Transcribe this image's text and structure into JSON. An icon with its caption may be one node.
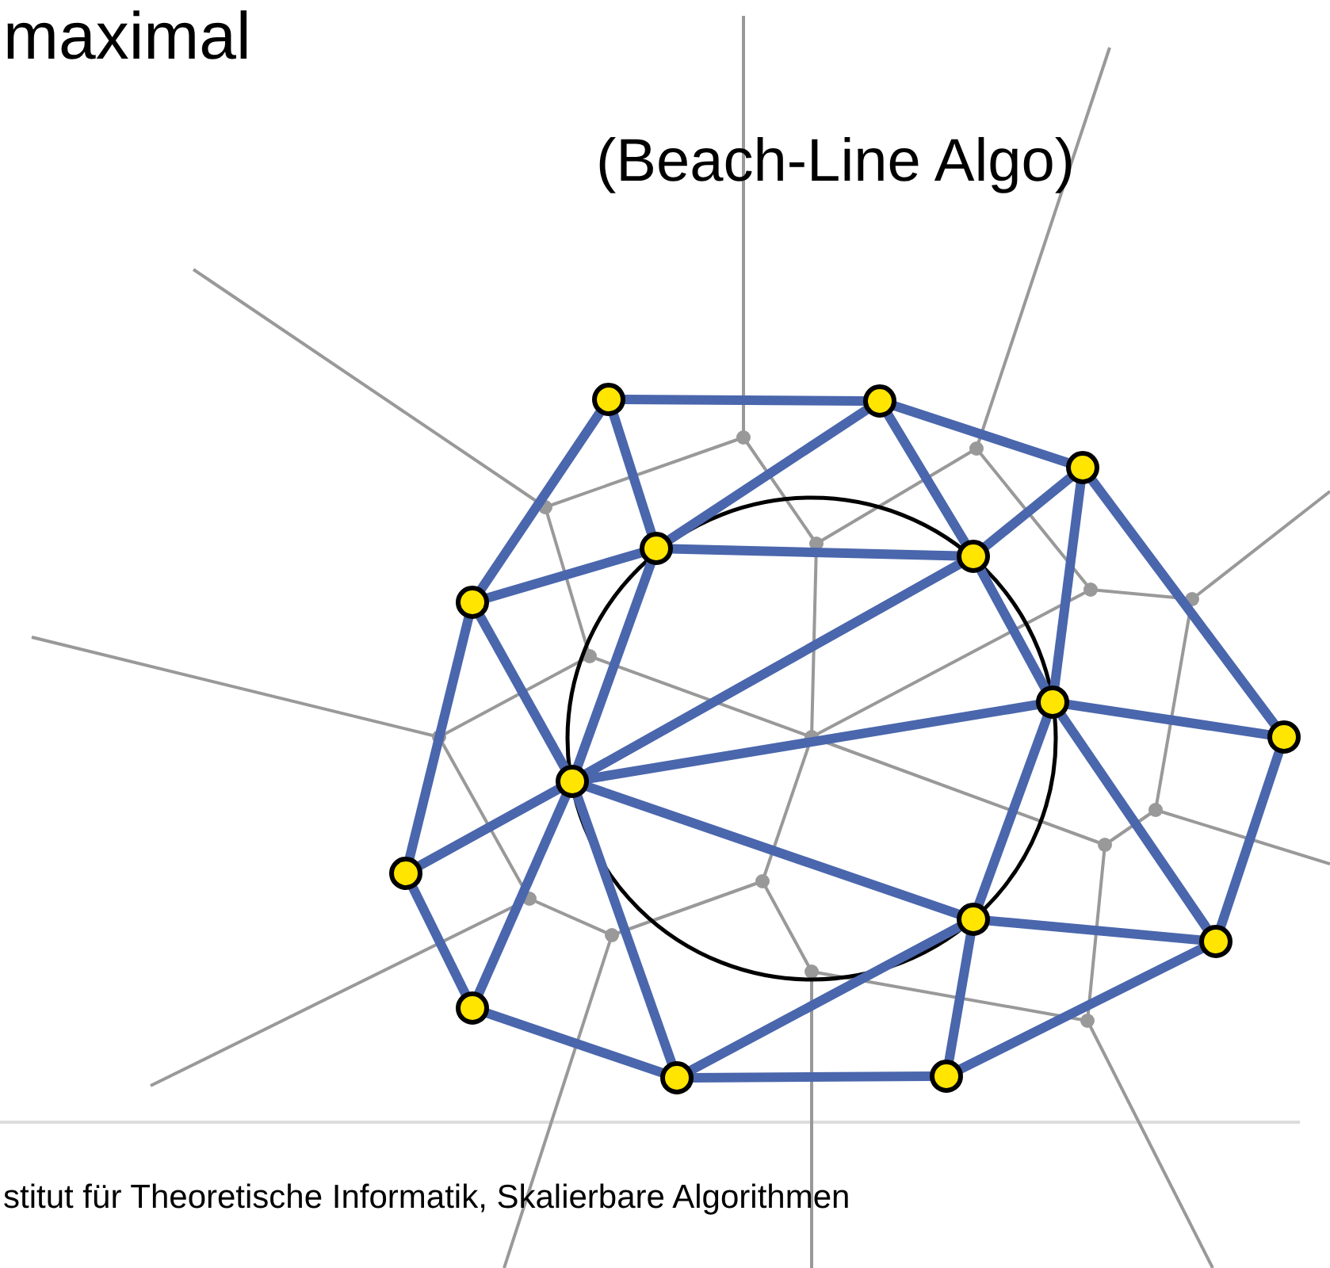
{
  "diagram": {
    "nodes": [
      {
        "text": [],
        "shape": "circle"
      },
      {
        "text": [],
        "shape": "circle"
      },
      {
        "text": [],
        "shape": "circle"
      },
      {
        "text": [],
        "shape": "circle"
      },
      {
        "text": [],
        "shape": "circle"
      },
      {
        "text": [],
        "shape": "circle"
      },
      {
        "text": [],
        "shape": "circle"
      },
      {
        "text": [],
        "shape": "circle"
      },
      {
        "text": [],
        "shape": "circle"
      },
      {
        "text": [],
        "shape": "circle"
      },
      {
        "text": [],
        "shape": "circle"
      },
      {
        "text": [],
        "shape": "circle"
      },
      {
        "text": [],
        "shape": "circle"
      },
      {
        "text": [],
        "shape": "circle"
      },
      {
        "text": [],
        "shape": "circle"
      }
    ],
    "edges": [
      {
        "from": 0,
        "to": 1,
        "arrow": "none"
      },
      {
        "from": 0,
        "to": 3,
        "arrow": "none"
      },
      {
        "from": 0,
        "to": 5,
        "arrow": "none"
      },
      {
        "from": 1,
        "to": 3,
        "arrow": "none"
      },
      {
        "from": 1,
        "to": 4,
        "arrow": "none"
      },
      {
        "from": 1,
        "to": 2,
        "arrow": "none"
      },
      {
        "from": 2,
        "to": 4,
        "arrow": "none"
      },
      {
        "from": 2,
        "to": 6,
        "arrow": "none"
      },
      {
        "from": 2,
        "to": 7,
        "arrow": "none"
      },
      {
        "from": 3,
        "to": 4,
        "arrow": "none"
      },
      {
        "from": 3,
        "to": 5,
        "arrow": "none"
      },
      {
        "from": 3,
        "to": 8,
        "arrow": "none"
      },
      {
        "from": 5,
        "to": 8,
        "arrow": "none"
      },
      {
        "from": 4,
        "to": 8,
        "arrow": "none"
      },
      {
        "from": 4,
        "to": 6,
        "arrow": "none"
      },
      {
        "from": 6,
        "to": 8,
        "arrow": "none"
      },
      {
        "from": 6,
        "to": 7,
        "arrow": "none"
      },
      {
        "from": 6,
        "to": 10,
        "arrow": "none"
      },
      {
        "from": 6,
        "to": 11,
        "arrow": "none"
      },
      {
        "from": 7,
        "to": 11,
        "arrow": "none"
      },
      {
        "from": 8,
        "to": 9,
        "arrow": "none"
      },
      {
        "from": 8,
        "to": 12,
        "arrow": "none"
      },
      {
        "from": 8,
        "to": 13,
        "arrow": "none"
      },
      {
        "from": 8,
        "to": 10,
        "arrow": "none"
      },
      {
        "from": 9,
        "to": 5,
        "arrow": "none"
      },
      {
        "from": 9,
        "to": 12,
        "arrow": "none"
      },
      {
        "from": 12,
        "to": 13,
        "arrow": "none"
      },
      {
        "from": 13,
        "to": 10,
        "arrow": "none"
      },
      {
        "from": 13,
        "to": 14,
        "arrow": "none"
      },
      {
        "from": 10,
        "to": 14,
        "arrow": "none"
      },
      {
        "from": 10,
        "to": 11,
        "arrow": "none"
      },
      {
        "from": 14,
        "to": 11,
        "arrow": "none"
      }
    ],
    "labels": [
      "maximal",
      "(Beach-Line Algo)",
      "stitut für Theoretische Informatik, Skalierbare Algorithmen"
    ]
  }
}
